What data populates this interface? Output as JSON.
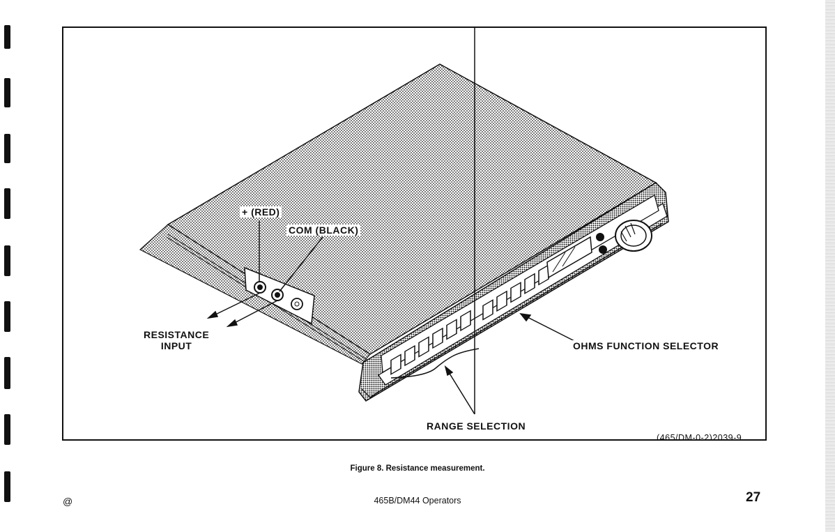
{
  "figure": {
    "labels": {
      "plus_red": "+ (RED)",
      "com_black": "COM (BLACK)",
      "resistance_line1": "RESISTANCE",
      "resistance_line2": "INPUT",
      "ohms_function_selector": "OHMS FUNCTION SELECTOR",
      "range_selection": "RANGE SELECTION"
    },
    "figure_id": "(465/DM-0-2)2039-9"
  },
  "caption": "Figure 8.  Resistance measurement.",
  "footer": {
    "left_mark": "@",
    "title": "465B/DM44 Operators",
    "page_number": "27"
  },
  "colors": {
    "ink": "#111111",
    "paper": "#ffffff"
  }
}
